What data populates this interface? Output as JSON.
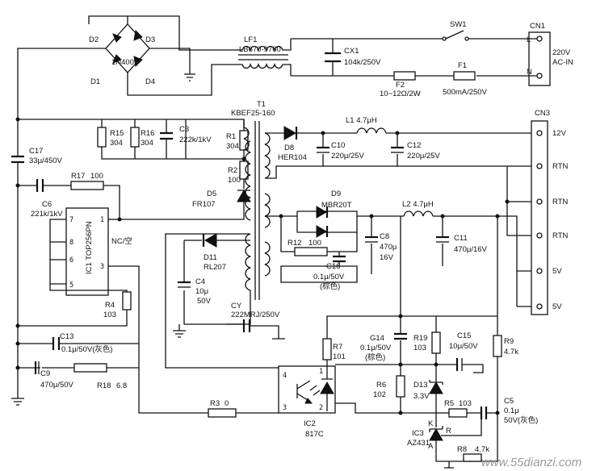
{
  "input": {
    "connector": "CN1",
    "pin_l": "L",
    "pin_n": "N",
    "voltage": "220V",
    "voltage_type": "AC-IN",
    "switch": "SW1",
    "fuse_f1": "F1",
    "fuse_f1_value": "500mA/250V",
    "fuse_f2": "F2",
    "fuse_f2_value": "10~12Ω/2W",
    "cap_cx1": "CX1",
    "cap_cx1_value": "104k/250V",
    "filter": "LF1",
    "filter_value": "LB670-9760"
  },
  "bridge": {
    "d1": "D1",
    "d2": "D2",
    "d3": "D3",
    "d4": "D4",
    "part": "1N4007"
  },
  "primary": {
    "c17": "C17",
    "c17_value": "33μ/450V",
    "r15": "R15",
    "r15_value": "304",
    "r16": "R16",
    "r16_value": "304",
    "c3": "C3",
    "c3_value": "222k/1kV",
    "r1": "R1",
    "r1_value": "304",
    "r2": "R2",
    "r2_value": "100",
    "d5": "D5",
    "d5_value": "FR107",
    "c6": "C6",
    "c6_value": "221k/1kV",
    "r17": "R17",
    "r17_value": "100",
    "ic1": "IC1 TOP256PN",
    "ic1_nc": "NC/空",
    "ic1_pins": [
      "7",
      "1",
      "8",
      "6",
      "5",
      "3"
    ],
    "c4": "C4",
    "c4_value": "10μ",
    "c4_voltage": "50V",
    "d11": "D11",
    "d11_value": "RL207",
    "r4": "R4",
    "r4_value": "103",
    "c13": "C13",
    "c13_value": "0.1μ/50V(灰色)",
    "c9": "C9",
    "c9_value": "470μ/50V",
    "r18": "R18",
    "r18_value": "6.8",
    "r3": "R3",
    "r3_value": "0",
    "cy": "CY",
    "cy_value": "222MRJ/250V"
  },
  "transformer": {
    "name": "T1",
    "part": "KBEF25-160"
  },
  "secondary": {
    "d8": "D8",
    "d8_value": "HER104",
    "l1": "L1 4.7μH",
    "c10": "C10",
    "c10_value": "220μ/25V",
    "c12": "C12",
    "c12_value": "220μ/25V",
    "d9": "D9",
    "d9_value": "MBR20T",
    "l2": "L2 4.7μH",
    "r12": "R12",
    "r12_value": "100",
    "c16": "C16",
    "c16_value": "0.1μ/50V",
    "c16_color": "(棕色)",
    "c8": "C8",
    "c8_value": "470μ",
    "c8_voltage": "16V",
    "c11": "C11",
    "c11_value": "470μ/16V"
  },
  "output": {
    "connector": "CN3",
    "pins": [
      "12V",
      "RTN",
      "RTN",
      "RTN",
      "5V",
      "5V"
    ]
  },
  "feedback": {
    "ic2": "IC2",
    "ic2_value": "817C",
    "ic2_pins": [
      "4",
      "3",
      "1",
      "2"
    ],
    "r7": "R7",
    "r7_value": "101",
    "g14": "G14",
    "g14_value": "0.1μ/50V",
    "g14_color": "(棕色)",
    "r19": "R19",
    "r19_value": "103",
    "c15": "C15",
    "c15_value": "10μ/50V",
    "r9": "R9",
    "r9_value": "4.7k",
    "r6": "R6",
    "r6_value": "102",
    "d13": "D13",
    "d13_value": "3.3V",
    "r5": "R5",
    "r5_value": "103",
    "c5": "C5",
    "c5_value": "0.1μ",
    "c5_note": "50V(灰色)",
    "ic3": "IC3",
    "ic3_value": "AZ431",
    "ic3_k": "K",
    "ic3_r": "R",
    "ic3_a": "A",
    "r8": "R8",
    "r8_value": "4.7k"
  },
  "watermark": "www.55dianzi.com"
}
